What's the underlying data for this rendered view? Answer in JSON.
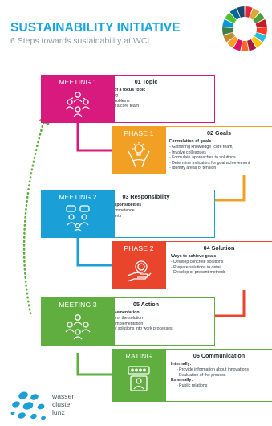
{
  "header": {
    "title": "SUSTAINABILITY INITIATIVE",
    "subtitle": "6 Steps towards sustainability at WCL"
  },
  "colors": {
    "pink": "#d8197d",
    "orange": "#f1a024",
    "blue": "#1a9fd6",
    "red": "#e8452c",
    "green": "#5fae3f",
    "title_blue": "#1aa6dc",
    "wheel": [
      "#e5243b",
      "#dda63a",
      "#4c9f38",
      "#c5192d",
      "#ff3a21",
      "#26bde2",
      "#fcc30b",
      "#a21942",
      "#fd6925",
      "#dd1367",
      "#fd9d24",
      "#bf8b2e",
      "#3f7e44",
      "#0a97d9",
      "#56c02b",
      "#00689d",
      "#19486a"
    ]
  },
  "steps": [
    {
      "stage_label": "MEETING 1",
      "stage_icon": "team-meeting-icon",
      "title": "01 Topic",
      "heading": "Determination of a focus topic",
      "items": [
        "- Brainstorming",
        "- Identifying problems",
        "- Formation of a core team"
      ]
    },
    {
      "stage_label": "PHASE 1",
      "stage_icon": "idea-bulb-hands-icon",
      "title": "02 Goals",
      "heading": "Formulation of goals",
      "items": [
        "- Gathering knowledge (core team)",
        "- Involve colleagues",
        "- Formulate approaches to solutions",
        "- Determine indicators for goal achievement",
        "- Identify areas of tension"
      ]
    },
    {
      "stage_label": "MEETING 2",
      "stage_icon": "team-discussion-icon",
      "title": "03 Responsibility",
      "heading": "Determining responsibilities",
      "items": [
        "- Executing competence",
        "- Consult experts"
      ]
    },
    {
      "stage_label": "PHASE 2",
      "stage_icon": "hand-coin-icon",
      "title": "04 Solution",
      "heading": "Ways to achieve goals",
      "items": [
        "- Develop concrete solutions",
        "- Prepare solutions in detail",
        "- Develop or present methods"
      ]
    },
    {
      "stage_label": "MEETING 3",
      "stage_icon": "team-meeting-icon",
      "title": "05 Action",
      "heading": "GO! for the implementation",
      "items": [
        "- Presentation of the solution",
        "- Release for implementation",
        "- Integration of solutions into work processes"
      ]
    },
    {
      "stage_label": "RATING",
      "stage_icon": "rating-card-icon",
      "title": "06 Communication",
      "groups": [
        {
          "heading": "Internally:",
          "items": [
            "- Provide information about innovations",
            "- Evaluation of the process"
          ]
        },
        {
          "heading": "Externally:",
          "items": [
            "- Public relations"
          ]
        }
      ]
    }
  ],
  "logo": {
    "line1": "wasser",
    "line2": "cluster",
    "line3": "lunz"
  }
}
